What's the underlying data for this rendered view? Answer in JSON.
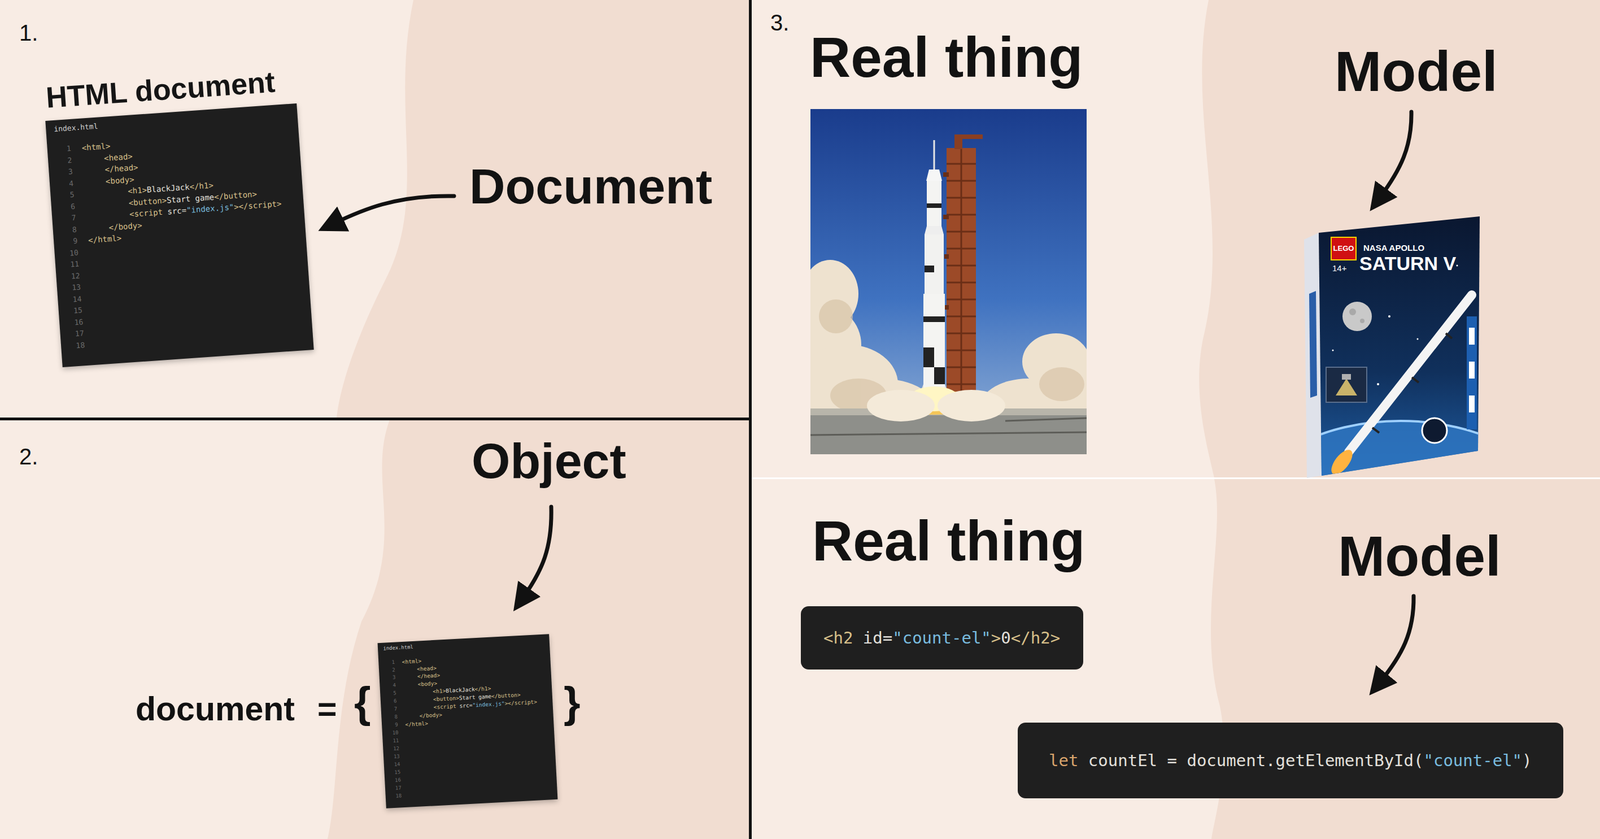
{
  "diagram": {
    "nodes": [
      {
        "text": [
          "HTML document",
          "index.html",
          "1",
          "2",
          "3",
          "4",
          "5",
          "6",
          "7",
          "8",
          "9",
          "10",
          "11",
          "12",
          "13",
          "14",
          "15",
          "16",
          "17",
          "18",
          "<html>",
          "<head>",
          "</head>",
          "<body>",
          "<h1>BlackJack</h1>",
          "<button>Start game</button>",
          "<script src=\"index.js\"></script>",
          "</body>",
          "</html>"
        ]
      },
      {
        "text": [
          "index.html",
          "1",
          "2",
          "3",
          "4",
          "5",
          "6",
          "7",
          "8",
          "9",
          "10",
          "11",
          "12",
          "13",
          "14",
          "15",
          "16",
          "17",
          "18",
          "<html>",
          "<head>",
          "</head>",
          "<body>",
          "<h1>BlackJack</h1>",
          "<button>Start game</button>",
          "<script src=\"index.js\"></script>",
          "</body>",
          "</html>"
        ]
      },
      {
        "text": [
          "LEGO",
          "NASA APOLLO",
          "SATURN V",
          "14+"
        ]
      },
      {
        "text": [
          "<h2 id=\"count-el\">0</h2>"
        ]
      },
      {
        "text": [
          "let countEl = document.getElementById(\"count-el\")"
        ]
      }
    ],
    "labels": [
      "1.",
      "Document",
      "2.",
      "Object",
      "document",
      "=",
      "{",
      "}",
      "3.",
      "Real thing",
      "Model",
      "Real thing",
      "Model"
    ]
  }
}
